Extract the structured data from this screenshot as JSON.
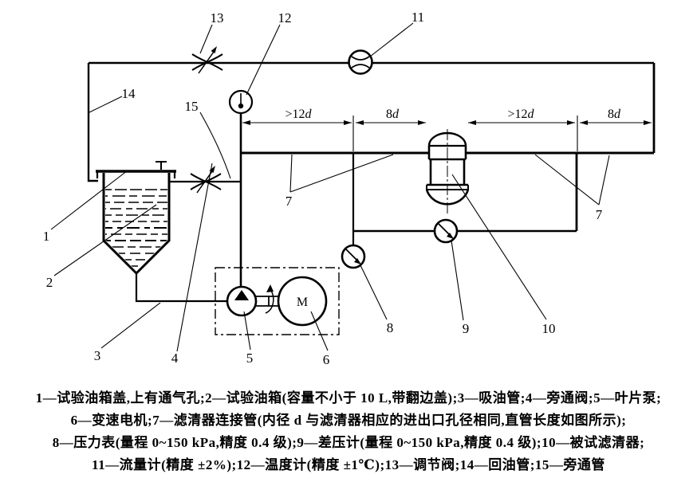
{
  "diagram": {
    "callouts": {
      "c1": "1",
      "c2": "2",
      "c3": "3",
      "c4": "4",
      "c5": "5",
      "c6": "6",
      "c7": "7",
      "c8": "8",
      "c9": "9",
      "c10": "10",
      "c11": "11",
      "c12": "12",
      "c13": "13",
      "c14": "14",
      "c15": "15"
    },
    "dims": {
      "gt12": ">12",
      "eight": "8",
      "d": "d"
    },
    "motor_label": "M"
  },
  "caption": {
    "lines": [
      "1—试验油箱盖,上有通气孔;2—试验油箱(容量不小于 10 L,带翻边盖);3—吸油管;4—旁通阀;5—叶片泵;",
      "6—变速电机;7—滤清器连接管(内径 d 与滤清器相应的进出口孔径相同,直管长度如图所示);",
      "8—压力表(量程 0~150 kPa,精度 0.4 级);9—差压计(量程 0~150 kPa,精度 0.4 级);10—被试滤清器;",
      "11—流量计(精度 ±2%);12—温度计(精度 ±1℃);13—调节阀;14—回油管;15—旁通管"
    ]
  }
}
